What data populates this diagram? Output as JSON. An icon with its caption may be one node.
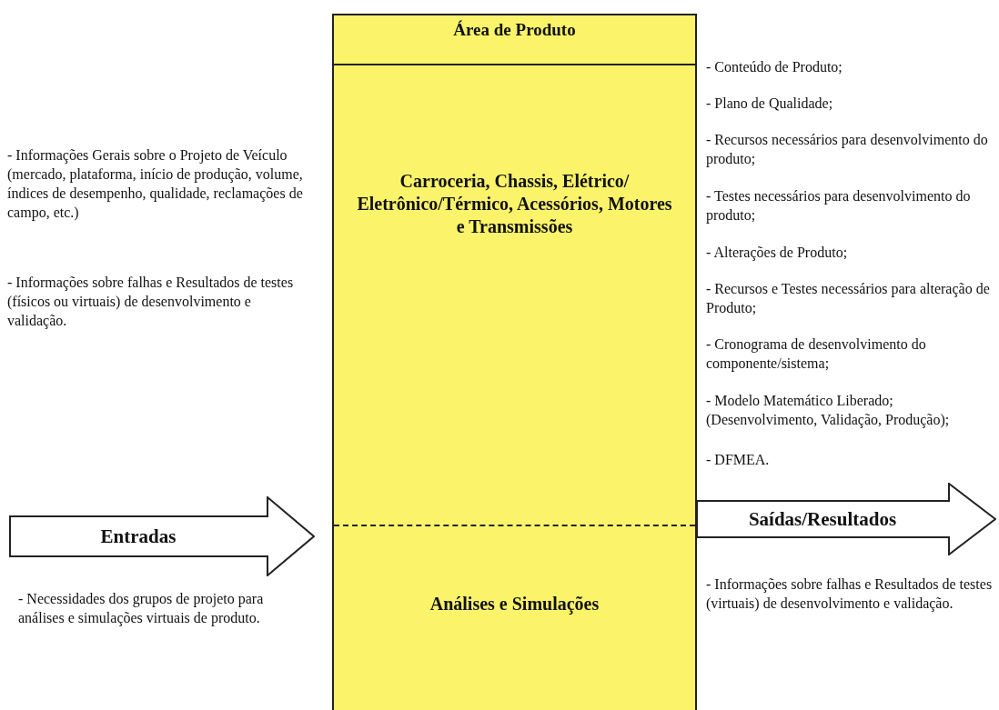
{
  "diagram": {
    "nodes": [
      {
        "text": [
          "Área de Produto"
        ]
      },
      {
        "text": [
          "Carroceria, Chassis, Elétrico/ Eletrônico/Térmico, Acessórios, Motores e Transmissões"
        ],
        "in": 0
      },
      {
        "text": [
          "Análises e Simulações"
        ],
        "in": 0
      },
      {
        "text": [
          "Entradas"
        ]
      },
      {
        "text": [
          "Saídas/Resultados"
        ]
      }
    ],
    "edges": [],
    "labels": [
      "- Informações Gerais sobre o Projeto de Veículo (mercado, plataforma, início de produção, volume, índices de desempenho, qualidade, reclamações de campo, etc.)",
      "- Informações sobre falhas e Resultados de testes (físicos ou virtuais) de desenvolvimento e validação.",
      "- Necessidades dos grupos de projeto para análises e simulações virtuais de produto.",
      "- Conteúdo de Produto;",
      "- Plano de Qualidade;",
      "- Recursos necessários para desenvolvimento do produto;",
      "- Testes necessários para desenvolvimento do produto;",
      "- Alterações de Produto;",
      "- Recursos e Testes necessários para alteração de Produto;",
      "- Cronograma de desenvolvimento do componente/sistema;",
      "- Modelo Matemático Liberado; (Desenvolvimento, Validação, Produção);",
      "- DFMEA.",
      "- Informações sobre falhas e Resultados de testes (virtuais) de desenvolvimento e validação."
    ]
  }
}
